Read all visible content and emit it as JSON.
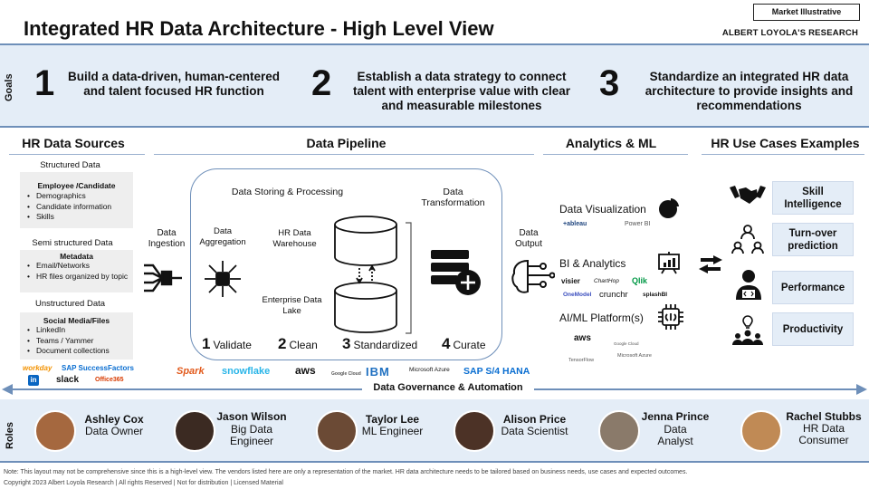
{
  "header": {
    "badge": "Market Illustrative",
    "title": "Integrated HR Data Architecture - High Level View",
    "research": "ALBERT LOYOLA'S RESEARCH"
  },
  "goals": {
    "label": "Goals",
    "items": [
      {
        "num": "1",
        "text": "Build a data-driven, human-centered and talent focused HR function"
      },
      {
        "num": "2",
        "text": "Establish a data strategy to connect talent with enterprise value with clear and measurable milestones"
      },
      {
        "num": "3",
        "text": "Standardize an integrated HR data architecture to provide insights and recommendations"
      }
    ]
  },
  "columns": {
    "sources": "HR Data Sources",
    "pipeline": "Data Pipeline",
    "analytics": "Analytics & ML",
    "usecases": "HR Use Cases Examples"
  },
  "sources": {
    "structured_title": "Structured Data",
    "structured_heading": "Employee /Candidate",
    "structured_items": [
      "Demographics",
      "Candidate information",
      "Skills"
    ],
    "semi_title": "Semi structured Data",
    "semi_heading": "Metadata",
    "semi_items": [
      "Email/Networks",
      "HR files organized by topic"
    ],
    "unstructured_title": "Unstructured Data",
    "unstructured_heading": "Social Media/Files",
    "unstructured_items": [
      "LinkedIn",
      "Teams / Yammer",
      "Document collections"
    ],
    "vendors": [
      "workday",
      "SAP SuccessFactors",
      "in",
      "slack",
      "Office365"
    ]
  },
  "pipeline": {
    "ingestion": "Data Ingestion",
    "aggregation": "Data Aggregation",
    "storing": "Data Storing  & Processing",
    "warehouse": "HR Data Warehouse",
    "lake": "Enterprise Data Lake",
    "transformation": "Data Transformation",
    "output": "Data Output",
    "steps": [
      {
        "num": "1",
        "label": "Validate"
      },
      {
        "num": "2",
        "label": "Clean"
      },
      {
        "num": "3",
        "label": "Standardized"
      },
      {
        "num": "4",
        "label": "Curate"
      }
    ],
    "vendors": [
      "Spark",
      "snowflake",
      "aws",
      "Google Cloud",
      "IBM",
      "Microsoft Azure",
      "SAP S/4 HANA"
    ]
  },
  "analytics": {
    "viz": "Data Visualization",
    "viz_vendors": [
      "+ableau",
      "Power BI"
    ],
    "bi": "BI & Analytics",
    "bi_vendors": [
      "visier",
      "ChartHop",
      "Qlik",
      "OneModel",
      "crunchr",
      "splashBI"
    ],
    "aiml": "AI/ML Platform(s)",
    "aiml_vendors": [
      "aws",
      "Google Cloud",
      "TensorFlow",
      "Microsoft Azure"
    ]
  },
  "usecases": [
    "Skill Intelligence",
    "Turn-over prediction",
    "Performance",
    "Productivity"
  ],
  "governance": "Data Governance & Automation",
  "roles": {
    "label": "Roles",
    "people": [
      {
        "name": "Ashley Cox",
        "title": "Data Owner"
      },
      {
        "name": "Jason Wilson",
        "title": "Big Data Engineer"
      },
      {
        "name": "Taylor Lee",
        "title": "ML Engineer"
      },
      {
        "name": "Alison Price",
        "title": "Data Scientist"
      },
      {
        "name": "Jenna Prince",
        "title": "Data Analyst"
      },
      {
        "name": "Rachel Stubbs",
        "title": "HR Data Consumer"
      }
    ]
  },
  "footer": {
    "note": "Note: This layout  may not be comprehensive since this is a high-level view. The vendors listed here are only a representation of the market. HR data architecture needs to be tailored based on business needs, use cases and expected outcomes.",
    "copyright": "Copyright 2023 Albert Loyola Research | All rights Reserved | Not for distribution | Licensed Material"
  },
  "colors": {
    "band": "#e4edf7",
    "accent": "#6e8fb9"
  }
}
